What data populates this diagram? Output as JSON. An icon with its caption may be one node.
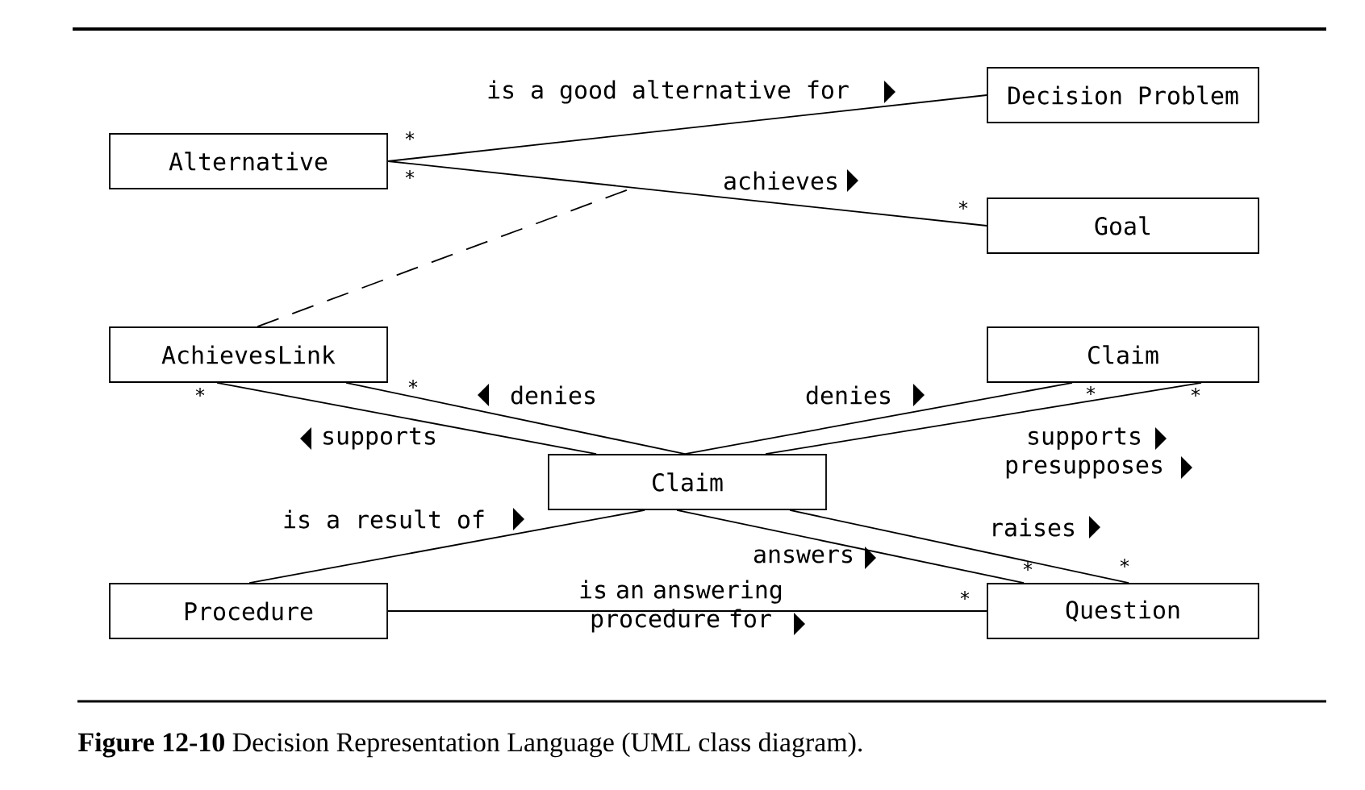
{
  "diagram": {
    "caption": "**Figure 12-10** Decision Representation Language (UML class diagram).",
    "nodes": [
      {
        "text": [
          "Alternative"
        ]
      },
      {
        "text": [
          "Decision Problem"
        ]
      },
      {
        "text": [
          "Goal"
        ]
      },
      {
        "text": [
          "AchievesLink"
        ]
      },
      {
        "text": [
          "Claim"
        ]
      },
      {
        "text": [
          "Claim"
        ]
      },
      {
        "text": [
          "Procedure"
        ]
      },
      {
        "text": [
          "Question"
        ]
      }
    ],
    "edges": [
      {
        "from": 0,
        "to": 1,
        "arrow": "none",
        "label": "is a good alternative for"
      },
      {
        "from": 0,
        "to": 2,
        "arrow": "none",
        "label": "achieves"
      },
      {
        "from": 3,
        "to": null,
        "arrow": "none",
        "style": "dashed"
      },
      {
        "from": 3,
        "to": 5,
        "arrow": "none",
        "label": "denies"
      },
      {
        "from": 3,
        "to": 5,
        "arrow": "none",
        "label": "supports"
      },
      {
        "from": 5,
        "to": 4,
        "arrow": "none",
        "label": "denies"
      },
      {
        "from": 5,
        "to": 4,
        "arrow": "none",
        "label": "supports presupposes"
      },
      {
        "from": 5,
        "to": 7,
        "arrow": "none",
        "label": "raises"
      },
      {
        "from": 5,
        "to": 7,
        "arrow": "none",
        "label": "answers"
      },
      {
        "from": 6,
        "to": 5,
        "arrow": "none",
        "label": "is a result of"
      },
      {
        "from": 6,
        "to": 7,
        "arrow": "none",
        "label": "is an answering procedure for"
      }
    ],
    "labels": [
      "*",
      "*",
      "*",
      "*",
      "*",
      "*",
      "*",
      "*",
      "*",
      "*"
    ]
  }
}
